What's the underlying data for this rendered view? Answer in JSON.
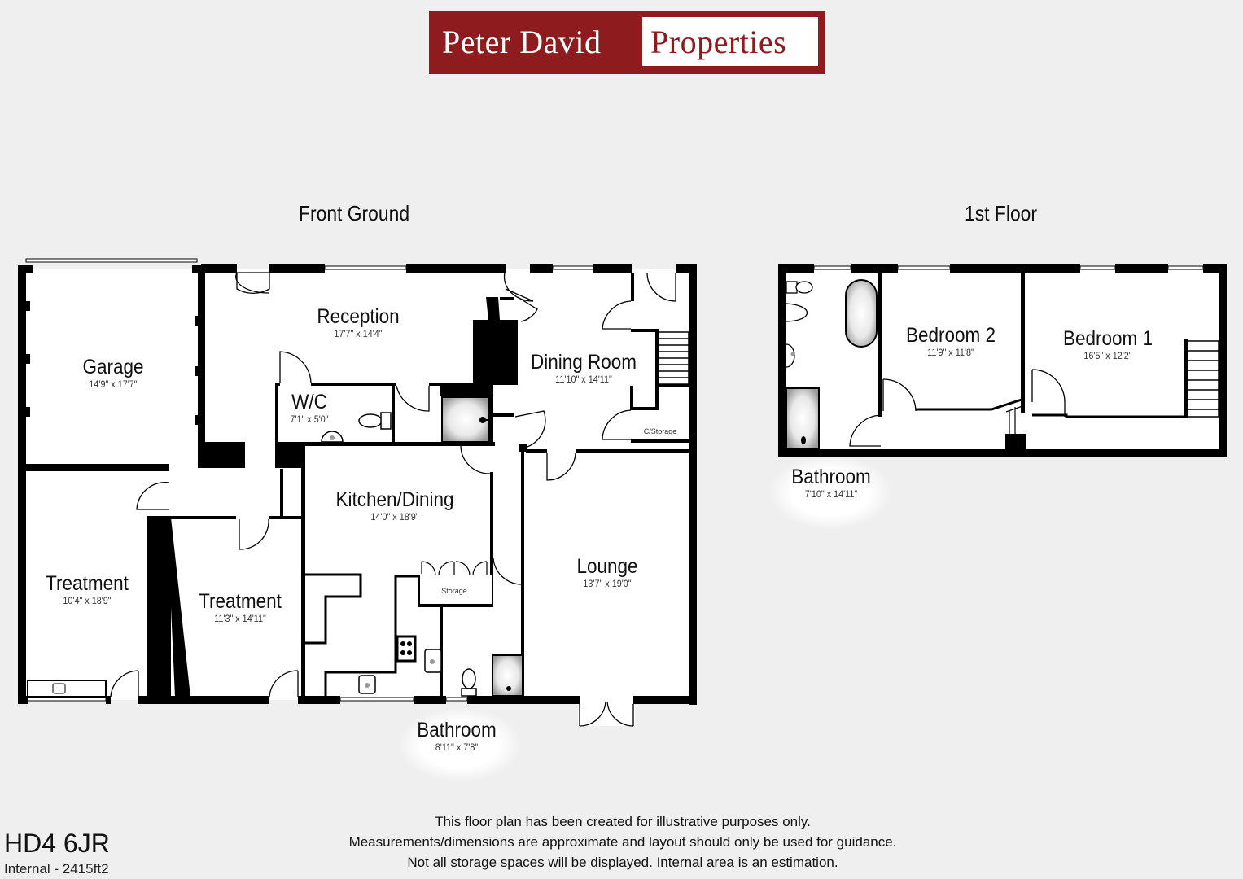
{
  "brand": {
    "name_part1": "Peter David",
    "name_part2": "Properties",
    "colors": {
      "brand_red": "#8e1b1e",
      "background": "#efefef",
      "wall": "#000000"
    }
  },
  "floors": [
    {
      "title": "Front Ground",
      "rooms": [
        {
          "name": "Garage",
          "dimensions": "14'9\" x 17'7\""
        },
        {
          "name": "Reception",
          "dimensions": "17'7\" x 14'4\""
        },
        {
          "name": "W/C",
          "dimensions": "7'1\" x 5'0\""
        },
        {
          "name": "Dining Room",
          "dimensions": "11'10\" x 14'11\""
        },
        {
          "name": "Kitchen/Dining",
          "dimensions": "14'0\" x 18'9\""
        },
        {
          "name": "Treatment",
          "dimensions": "10'4\" x 18'9\""
        },
        {
          "name": "Treatment",
          "dimensions": "11'3\" x 14'11\""
        },
        {
          "name": "Lounge",
          "dimensions": "13'7\" x 19'0\""
        },
        {
          "name": "Bathroom",
          "dimensions": "8'11\" x 7'8\""
        }
      ],
      "small_labels": [
        "C/Storage",
        "Storage"
      ]
    },
    {
      "title": "1st Floor",
      "rooms": [
        {
          "name": "Bedroom 2",
          "dimensions": "11'9\" x 11'8\""
        },
        {
          "name": "Bedroom 1",
          "dimensions": "16'5\" x 12'2\""
        },
        {
          "name": "Bathroom",
          "dimensions": "7'10\" x 14'11\""
        }
      ]
    }
  ],
  "disclaimer": [
    "This floor plan has been created for illustrative purposes only.",
    "Measurements/dimensions are approximate and layout should only be used for guidance.",
    "Not all storage spaces will be displayed. Internal area is an estimation."
  ],
  "property": {
    "postcode": "HD4 6JR",
    "internal_area": "Internal - 2415ft2"
  }
}
